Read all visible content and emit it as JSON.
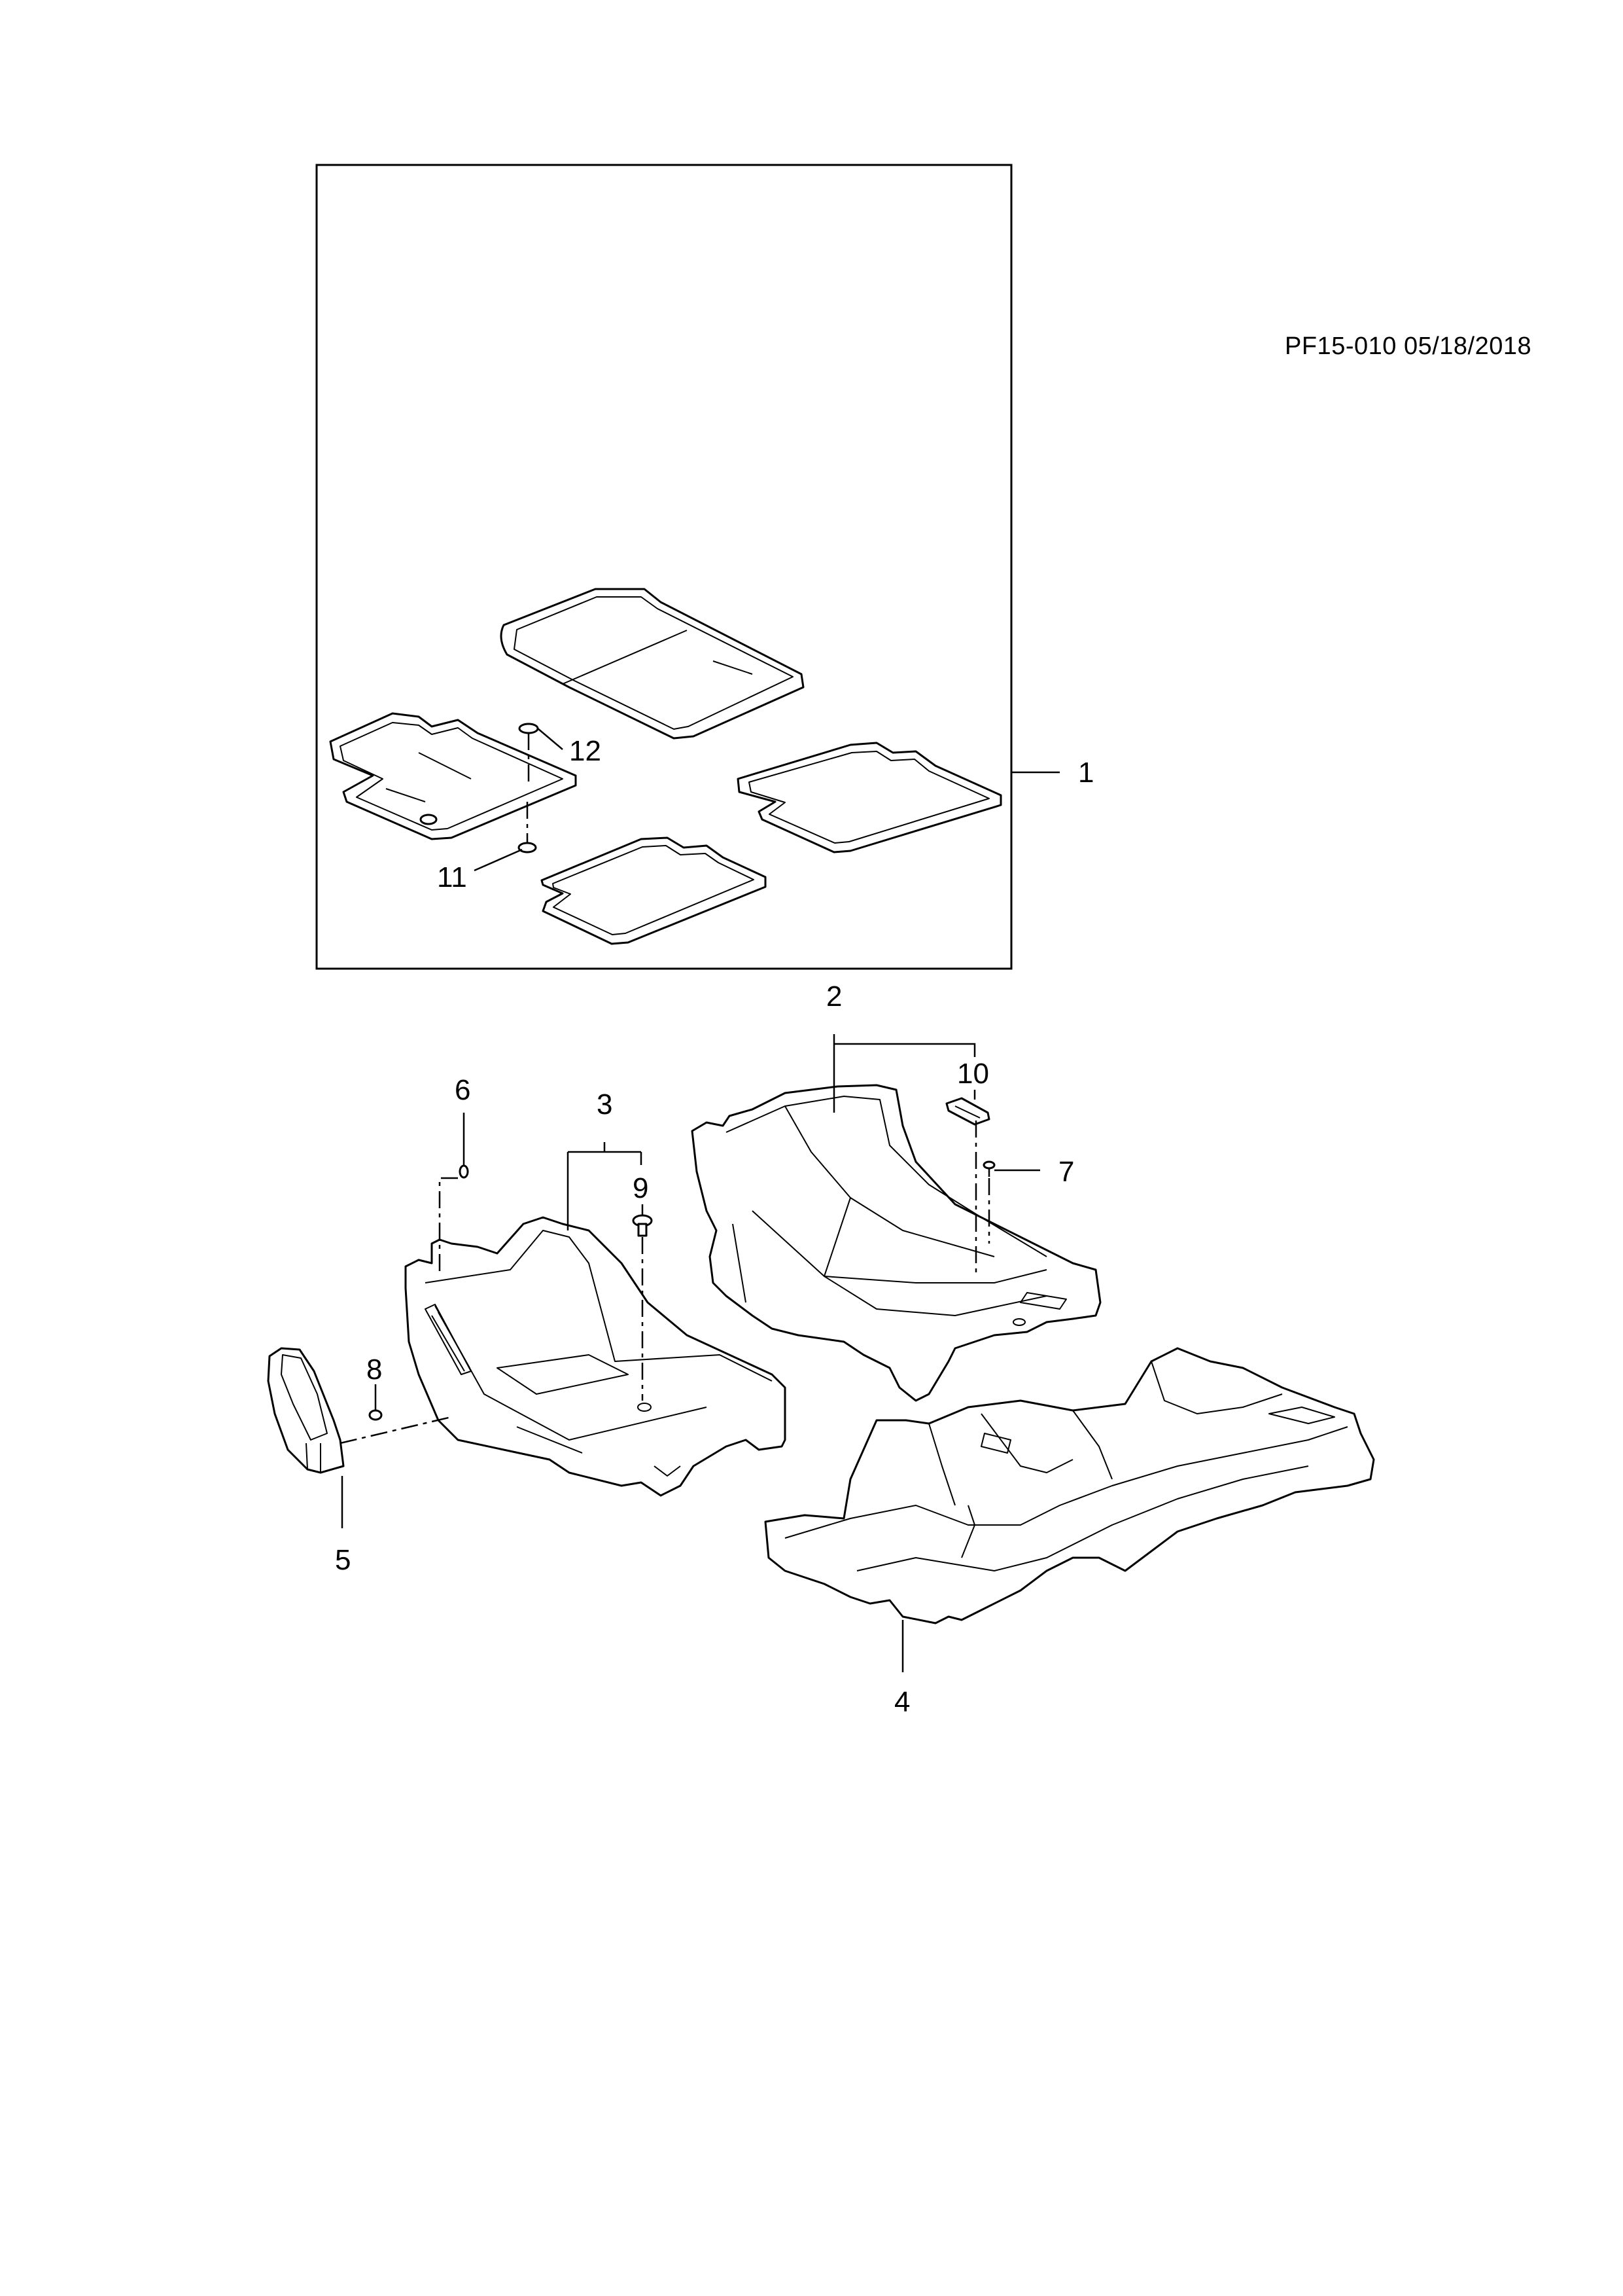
{
  "document_ref": "PF15-010 05/18/2018",
  "parts": [
    {
      "ref": "1",
      "name": "floor-mat-set"
    },
    {
      "ref": "2",
      "name": "front-floor-mat-right"
    },
    {
      "ref": "3",
      "name": "front-floor-mat-left"
    },
    {
      "ref": "4",
      "name": "rear-floor-mat"
    },
    {
      "ref": "5",
      "name": "heel-pad"
    },
    {
      "ref": "6",
      "name": "clip"
    },
    {
      "ref": "7",
      "name": "clip"
    },
    {
      "ref": "8",
      "name": "clip"
    },
    {
      "ref": "9",
      "name": "retainer"
    },
    {
      "ref": "10",
      "name": "retainer"
    },
    {
      "ref": "11",
      "name": "retainer"
    },
    {
      "ref": "12",
      "name": "retainer"
    }
  ]
}
